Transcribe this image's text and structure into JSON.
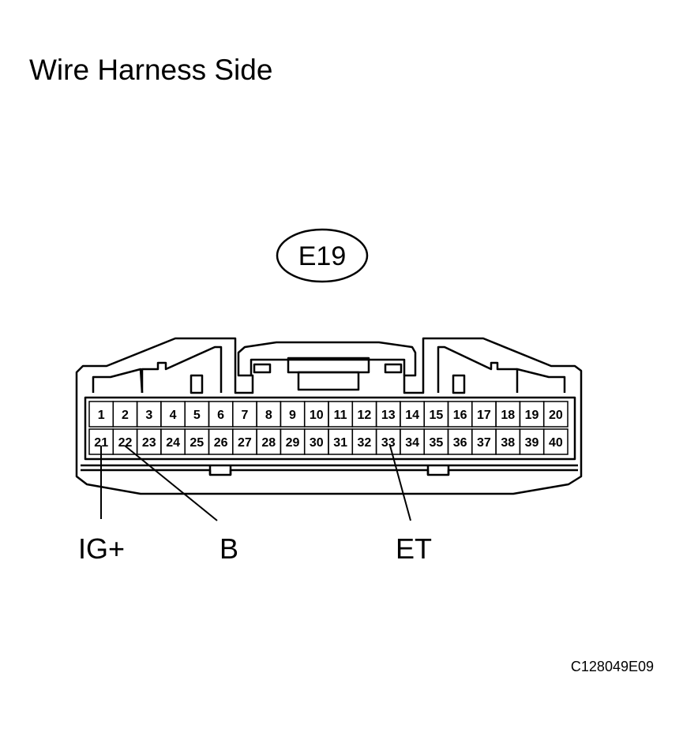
{
  "title": "Wire Harness Side",
  "connector": {
    "id": "E19",
    "rows": [
      [
        "1",
        "2",
        "3",
        "4",
        "5",
        "6",
        "7",
        "8",
        "9",
        "10",
        "11",
        "12",
        "13",
        "14",
        "15",
        "16",
        "17",
        "18",
        "19",
        "20"
      ],
      [
        "21",
        "22",
        "23",
        "24",
        "25",
        "26",
        "27",
        "28",
        "29",
        "30",
        "31",
        "32",
        "33",
        "34",
        "35",
        "36",
        "37",
        "38",
        "39",
        "40"
      ]
    ]
  },
  "pin_callouts": [
    {
      "pin": "21",
      "label": "IG+"
    },
    {
      "pin": "22",
      "label": "B"
    },
    {
      "pin": "33",
      "label": "ET"
    }
  ],
  "reference_code": "C128049E09"
}
